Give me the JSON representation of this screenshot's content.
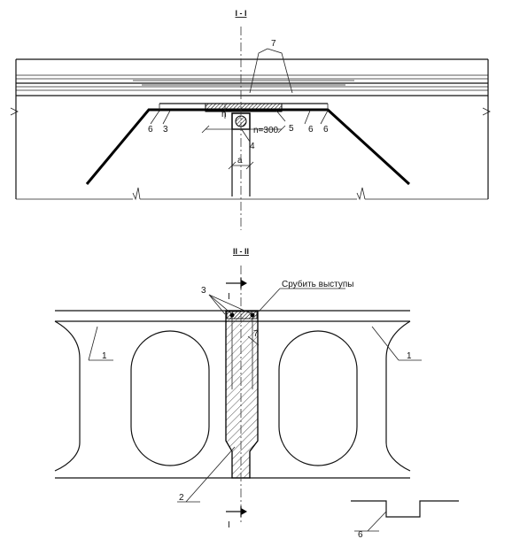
{
  "sections": {
    "top_title": "I - I",
    "bottom_title": "II - II"
  },
  "top_labels": {
    "l7": "7",
    "l6a": "6",
    "l3": "3",
    "l5": "5",
    "l6b": "6",
    "l6c": "6",
    "l4": "4",
    "ln": "n",
    "ldim": "n=300",
    "la": "a"
  },
  "bottom_labels": {
    "l3": "3",
    "note": "Срубить выступы",
    "l7": "7",
    "l1a": "1",
    "l1b": "1",
    "l2": "2",
    "cut_top": "I",
    "cut_bottom": "I",
    "l6": "6"
  }
}
